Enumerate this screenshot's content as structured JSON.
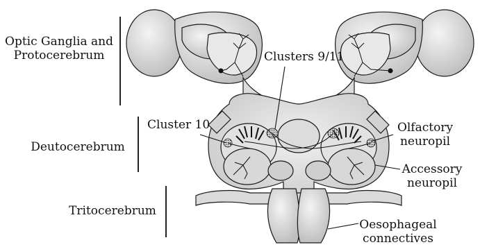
{
  "labels": {
    "optic_line1": "Optic Ganglia and",
    "optic_line2": "Protocerebrum",
    "deutocerebrum": "Deutocerebrum",
    "tritocerebrum": "Tritocerebrum",
    "clusters_9_11": "Clusters 9/11",
    "cluster_10": "Cluster 10",
    "olfactory_line1": "Olfactory",
    "olfactory_line2": "neuropil",
    "accessory_line1": "Accessory",
    "accessory_line2": "neuropil",
    "oesophageal_line1": "Oesophageal",
    "oesophageal_line2": "connectives"
  },
  "colors": {
    "ink": "#1a1a1a",
    "fill": "#d9d9d9",
    "fill_light": "#ececec",
    "background": "#ffffff"
  }
}
